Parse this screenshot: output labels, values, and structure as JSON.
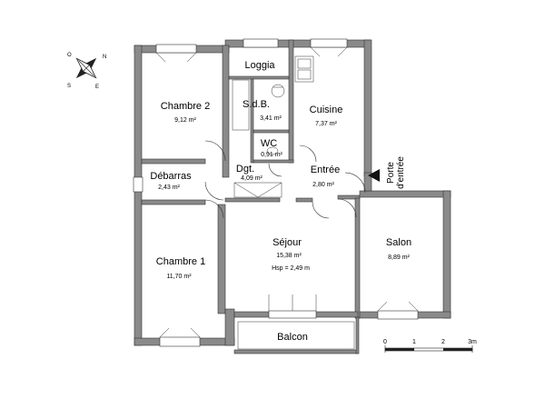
{
  "compass": {
    "north": "N",
    "east": "E",
    "south": "S",
    "west": "O"
  },
  "rooms": {
    "chambre2": {
      "name": "Chambre 2",
      "area": "9,12 m²"
    },
    "loggia": {
      "name": "Loggia"
    },
    "sdb": {
      "name": "S.d.B.",
      "area": "3,41 m²"
    },
    "cuisine": {
      "name": "Cuisine",
      "area": "7,37 m²"
    },
    "wc": {
      "name": "WC",
      "area": "0,91 m²"
    },
    "degagement": {
      "name": "Dgt.",
      "area": "4,09 m²"
    },
    "entree": {
      "name": "Entrée",
      "area": "2,80 m²"
    },
    "debarras": {
      "name": "Débarras",
      "area": "2,43 m²"
    },
    "chambre1": {
      "name": "Chambre 1",
      "area": "11,70 m²"
    },
    "sejour": {
      "name": "Séjour",
      "area": "15,38 m²",
      "hsp": "Hsp = 2,49 m"
    },
    "salon": {
      "name": "Salon",
      "area": "8,89 m²"
    },
    "balcon": {
      "name": "Balcon"
    }
  },
  "entrance": {
    "line1": "Porte",
    "line2": "d'entrée"
  },
  "scale": {
    "labels": [
      "0",
      "1",
      "2",
      "3m"
    ]
  }
}
